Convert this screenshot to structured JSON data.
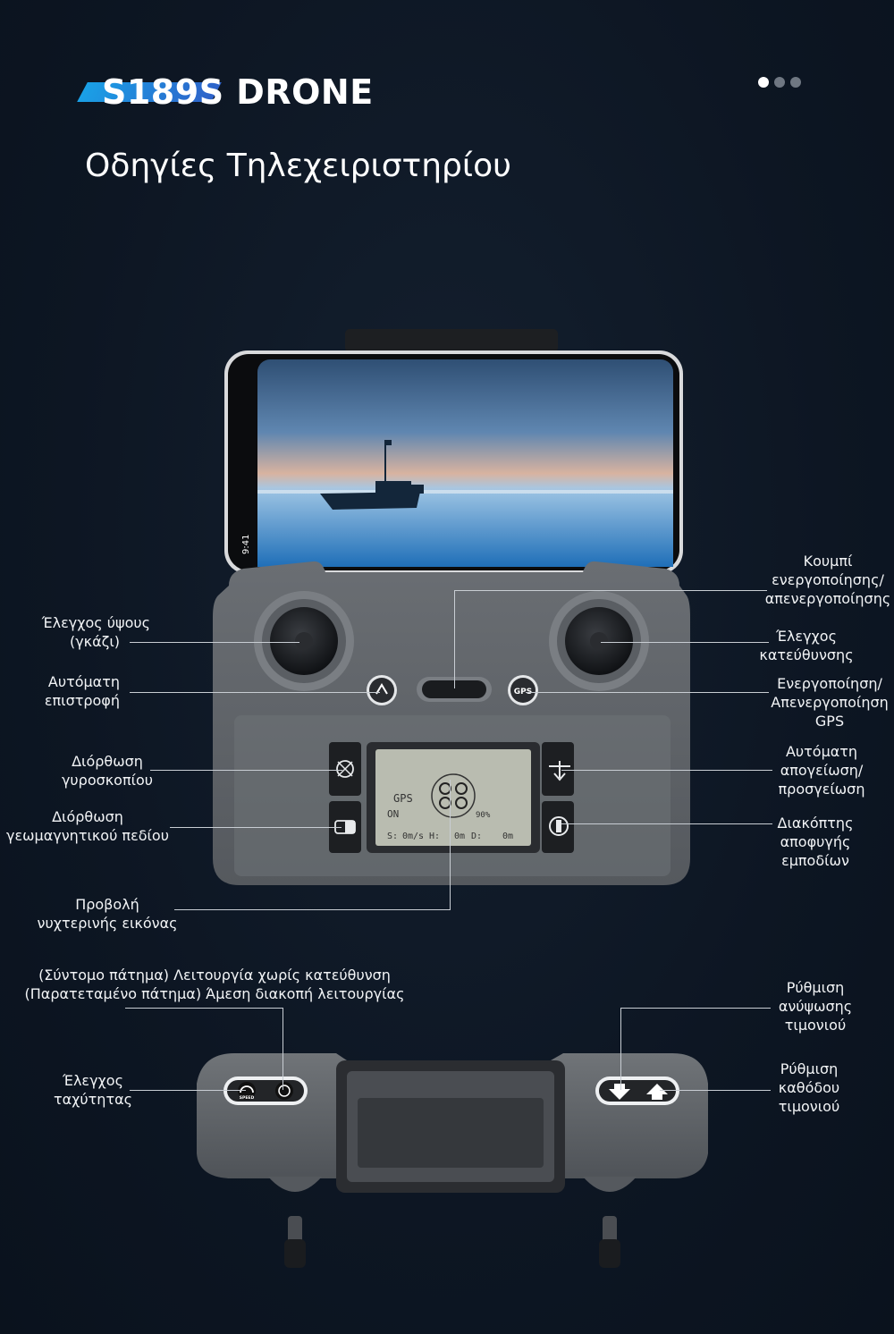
{
  "brand": {
    "title": "S189S DRONE"
  },
  "carousel": {
    "dots": 3,
    "active": 0
  },
  "heading": "Οδηγίες Τηλεχειριστηρίου",
  "phone": {
    "time": "9:41"
  },
  "lcd": {
    "gps": "GPS",
    "on": "ON",
    "pct": "90%",
    "s": "S:",
    "h": "H:",
    "d": "D:",
    "zero_s": "0m/s",
    "zero_h": "0m",
    "zero_d": "0m"
  },
  "top_buttons": {
    "gps": "GPS"
  },
  "bottom_buttons": {
    "speed": "SPEED"
  },
  "labels": {
    "throttle": [
      "Έλεγχος ύψους",
      "(γκάζι)"
    ],
    "rth": [
      "Αυτόματη",
      "επιστροφή"
    ],
    "gyro": [
      "Διόρθωση",
      "γυροσκοπίου"
    ],
    "compass": [
      "Διόρθωση",
      "γεωμαγνητικού πεδίου"
    ],
    "night": [
      "Προβολή",
      "νυχτερινής εικόνας"
    ],
    "power": [
      "Κουμπί",
      "ενεργοποίησης/",
      "απενεργοποίησης"
    ],
    "direction": [
      "Έλεγχος",
      "κατεύθυνσης"
    ],
    "gps": [
      "Ενεργοποίηση/",
      "Απενεργοποίηση",
      "GPS"
    ],
    "takeoff": [
      "Αυτόματη",
      "απογείωση/",
      "προσγείωση"
    ],
    "obstacle": [
      "Διακόπτης",
      "αποφυγής",
      "εμποδίων"
    ],
    "headless": [
      "(Σύντομο πάτημα) Λειτουργία χωρίς κατεύθυνση",
      "(Παρατεταμένο πάτημα) Άμεση διακοπή λειτουργίας"
    ],
    "speed": [
      "Έλεγχος",
      "ταχύτητας"
    ],
    "trim_up": [
      "Ρύθμιση",
      "ανύψωσης",
      "τιμονιού"
    ],
    "trim_down": [
      "Ρύθμιση",
      "καθόδου",
      "τιμονιού"
    ]
  }
}
